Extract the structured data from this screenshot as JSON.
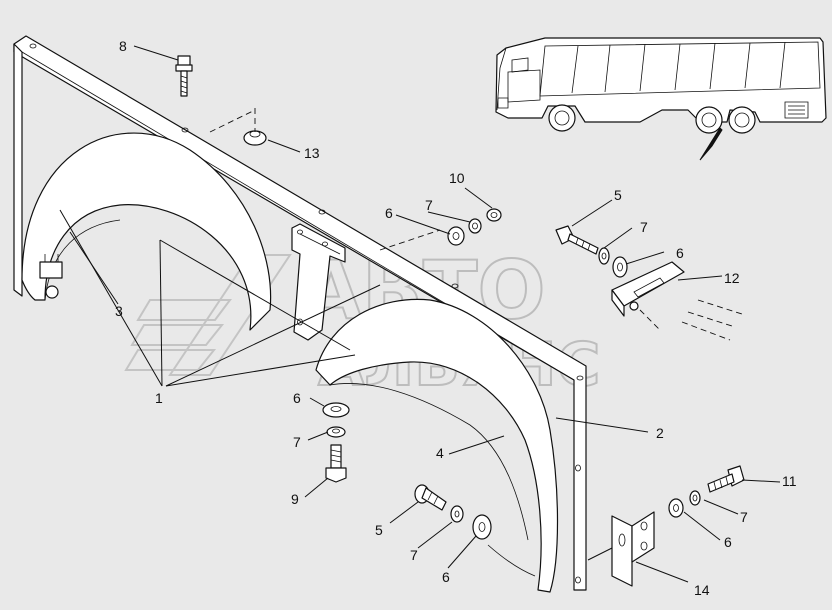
{
  "watermark": {
    "line1": "АВТО",
    "line2": "АЛЬЯНС"
  },
  "callouts": {
    "c1": "1",
    "c2": "2",
    "c3": "3",
    "c4": "4",
    "c5a": "5",
    "c5b": "5",
    "c6a": "6",
    "c6b": "6",
    "c6c": "6",
    "c6d": "6",
    "c6e": "6",
    "c7a": "7",
    "c7b": "7",
    "c7c": "7",
    "c7d": "7",
    "c7e": "7",
    "c8": "8",
    "c9": "9",
    "c10": "10",
    "c11": "11",
    "c12": "12",
    "c13": "13",
    "c14": "14"
  },
  "colors": {
    "background": "#e9e9e9",
    "line": "#111111",
    "watermark": "#bdbdbd"
  }
}
